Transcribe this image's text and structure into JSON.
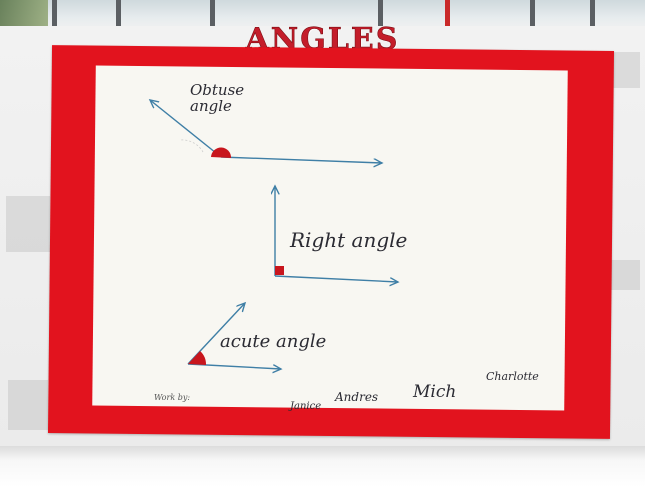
{
  "poster": {
    "title": "ANGLES",
    "labels": {
      "obtuse": "Obtuse angle",
      "right": "Right angle",
      "acute": "acute angle"
    },
    "credits": {
      "work_by": "Work by:",
      "names": [
        "Janice",
        "Andres",
        "Mich",
        "Charlotte"
      ]
    }
  },
  "colors": {
    "frame_red": "#e2131e",
    "title_red": "#c41d2a",
    "arrow_blue": "#3f7fa6",
    "angle_marker_red": "#c8161d",
    "paper": "#f8f7f2"
  }
}
